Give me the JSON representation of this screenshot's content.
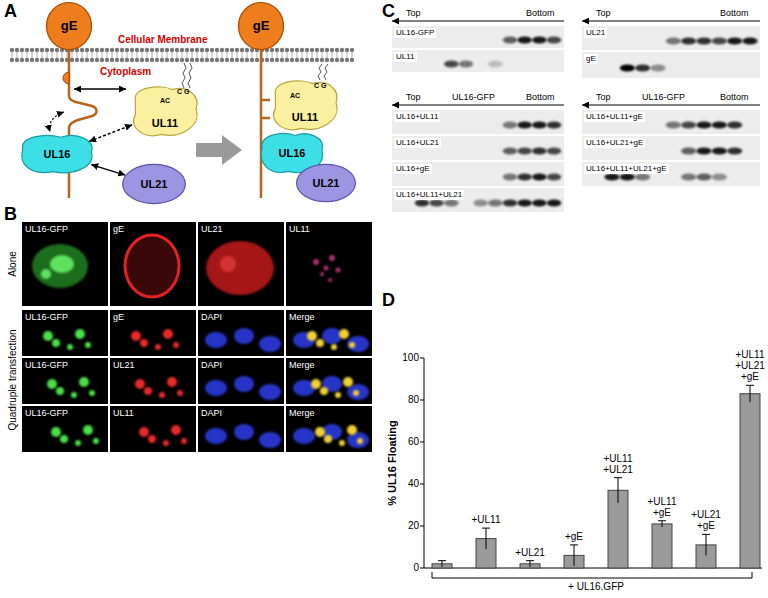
{
  "diagram": {
    "nodes": [
      {
        "text": [
          "gE"
        ]
      },
      {
        "text": [
          "UL11"
        ]
      },
      {
        "text": [
          "UL16"
        ]
      },
      {
        "text": [
          "UL21"
        ]
      },
      {
        "text": [
          "gE"
        ]
      },
      {
        "text": [
          "UL11"
        ]
      },
      {
        "text": [
          "UL16"
        ]
      },
      {
        "text": [
          "UL21"
        ]
      }
    ],
    "edges": [
      {
        "from": 2,
        "to": 1,
        "arrow": "both"
      },
      {
        "from": 2,
        "to": 3,
        "arrow": "both"
      }
    ],
    "labels": [
      "A",
      "Cellular Membrane",
      "Cytoplasm",
      "C G",
      "AC",
      "C G",
      "AC",
      "B",
      "UL16-GFP",
      "gE",
      "UL21",
      "UL11",
      "Alone",
      "Quadruple transfection",
      "UL16-GFP",
      "gE",
      "DAPI",
      "Merge",
      "UL16-GFP",
      "UL21",
      "DAPI",
      "Merge",
      "UL16-GFP",
      "UL11",
      "DAPI",
      "Merge",
      "C",
      "Top",
      "Bottom",
      "UL16-GFP",
      "UL11",
      "Top",
      "Bottom",
      "UL21",
      "gE",
      "Top",
      "UL16-GFP",
      "Bottom",
      "UL16+UL11",
      "UL16+UL21",
      "UL16+gE",
      "UL16+UL11+UL21",
      "Top",
      "UL16-GFP",
      "Bottom",
      "UL16+UL11+gE",
      "UL16+UL21+gE",
      "UL16+UL11+UL21+gE",
      "D",
      "% UL16 Floating",
      "0",
      "20",
      "40",
      "60",
      "80",
      "100",
      "+UL11",
      "+UL21",
      "+gE",
      "+UL11 +UL21",
      "+UL11 +gE",
      "+UL21 +gE",
      "+UL11 +UL21 +gE",
      "+ UL16.GFP"
    ]
  }
}
